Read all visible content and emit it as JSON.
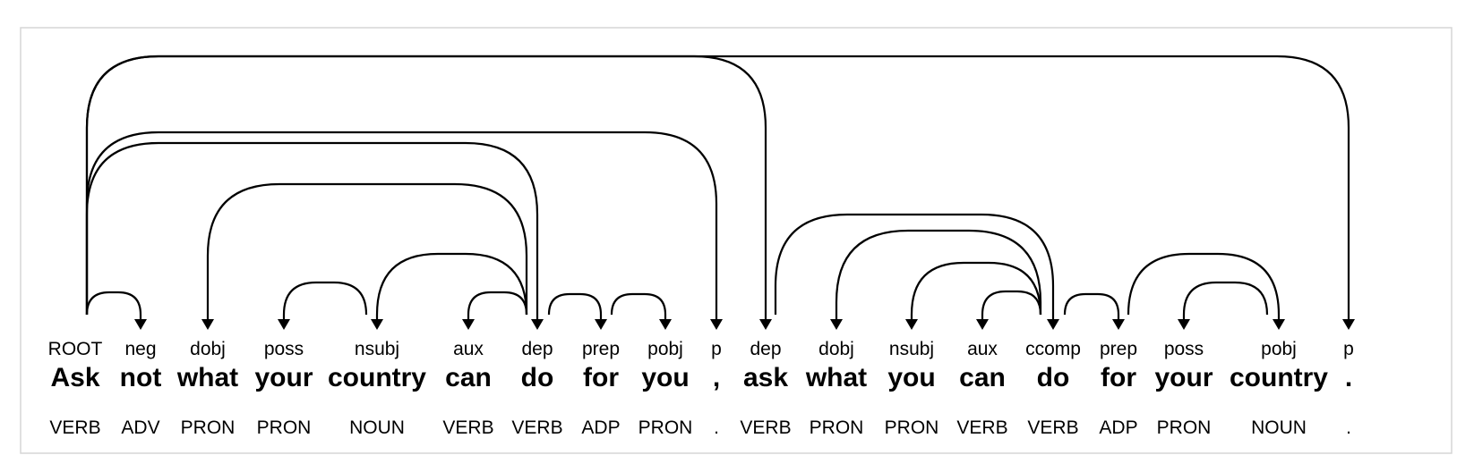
{
  "tokens": [
    {
      "word": "Ask",
      "pos": "VERB",
      "dep": "ROOT"
    },
    {
      "word": "not",
      "pos": "ADV",
      "dep": "neg"
    },
    {
      "word": "what",
      "pos": "PRON",
      "dep": "dobj"
    },
    {
      "word": "your",
      "pos": "PRON",
      "dep": "poss"
    },
    {
      "word": "country",
      "pos": "NOUN",
      "dep": "nsubj"
    },
    {
      "word": "can",
      "pos": "VERB",
      "dep": "aux"
    },
    {
      "word": "do",
      "pos": "VERB",
      "dep": "dep"
    },
    {
      "word": "for",
      "pos": "ADP",
      "dep": "prep"
    },
    {
      "word": "you",
      "pos": "PRON",
      "dep": "pobj"
    },
    {
      "word": ",",
      "pos": ".",
      "dep": "p"
    },
    {
      "word": "ask",
      "pos": "VERB",
      "dep": "dep"
    },
    {
      "word": "what",
      "pos": "PRON",
      "dep": "dobj"
    },
    {
      "word": "you",
      "pos": "PRON",
      "dep": "nsubj"
    },
    {
      "word": "can",
      "pos": "VERB",
      "dep": "aux"
    },
    {
      "word": "do",
      "pos": "VERB",
      "dep": "ccomp"
    },
    {
      "word": "for",
      "pos": "ADP",
      "dep": "prep"
    },
    {
      "word": "your",
      "pos": "PRON",
      "dep": "poss"
    },
    {
      "word": "country",
      "pos": "NOUN",
      "dep": "pobj"
    },
    {
      "word": ".",
      "pos": ".",
      "dep": "p"
    }
  ],
  "arcs": [
    {
      "head": 0,
      "dependent": 1,
      "label": "neg"
    },
    {
      "head": 0,
      "dependent": 6,
      "label": "dep"
    },
    {
      "head": 0,
      "dependent": 9,
      "label": "p"
    },
    {
      "head": 0,
      "dependent": 10,
      "label": "dep"
    },
    {
      "head": 0,
      "dependent": 18,
      "label": "p"
    },
    {
      "head": 6,
      "dependent": 2,
      "label": "dobj"
    },
    {
      "head": 6,
      "dependent": 4,
      "label": "nsubj"
    },
    {
      "head": 6,
      "dependent": 5,
      "label": "aux"
    },
    {
      "head": 6,
      "dependent": 7,
      "label": "prep"
    },
    {
      "head": 4,
      "dependent": 3,
      "label": "poss"
    },
    {
      "head": 7,
      "dependent": 8,
      "label": "pobj"
    },
    {
      "head": 10,
      "dependent": 14,
      "label": "ccomp"
    },
    {
      "head": 14,
      "dependent": 11,
      "label": "dobj"
    },
    {
      "head": 14,
      "dependent": 12,
      "label": "nsubj"
    },
    {
      "head": 14,
      "dependent": 13,
      "label": "aux"
    },
    {
      "head": 14,
      "dependent": 15,
      "label": "prep"
    },
    {
      "head": 15,
      "dependent": 17,
      "label": "pobj"
    },
    {
      "head": 17,
      "dependent": 16,
      "label": "poss"
    }
  ]
}
